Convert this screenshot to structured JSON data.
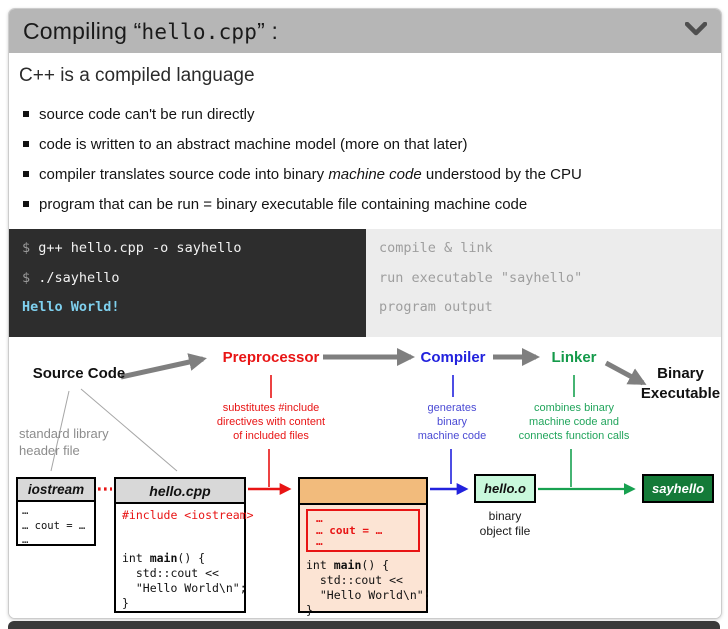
{
  "header": {
    "title_open": "Compiling “",
    "title_code": "hello.cpp",
    "title_close": "” :"
  },
  "intro": {
    "heading": "C++ is a compiled language",
    "bullets": [
      {
        "pre": "source code can't be run directly",
        "italic": "",
        "post": ""
      },
      {
        "pre": "code is written to an abstract machine model (more on that later)",
        "italic": "",
        "post": ""
      },
      {
        "pre": "compiler translates source code into binary ",
        "italic": "machine code",
        "post": " understood by the CPU"
      },
      {
        "pre": "program that can be run = binary executable file containing machine code",
        "italic": "",
        "post": ""
      }
    ]
  },
  "terminal": {
    "lines": [
      {
        "prompt": "$ ",
        "command": "g++ hello.cpp -o sayhello",
        "comment": "compile & link"
      },
      {
        "prompt": "$ ",
        "command": "./sayhello",
        "comment": "run executable \"sayhello\""
      }
    ],
    "output": "Hello World!",
    "output_comment": "program output"
  },
  "diagram": {
    "stages": {
      "source": "Source Code",
      "preprocessor": "Preprocessor",
      "compiler": "Compiler",
      "linker": "Linker",
      "binary_line1": "Binary",
      "binary_line2": "Executable"
    },
    "annotations": {
      "preprocessor": [
        "substitutes #include",
        "directives with content",
        "of included files"
      ],
      "compiler": [
        "generates",
        "binary",
        "machine code"
      ],
      "linker": [
        "combines binary",
        "machine code and",
        "connects function calls"
      ]
    },
    "notes": {
      "stdlib_line1": "standard library",
      "stdlib_line2": "header file",
      "object_line1": "binary",
      "object_line2": "object file"
    },
    "files": {
      "iostream": {
        "title": "iostream",
        "lines": [
          "…",
          "… cout = …",
          "…"
        ]
      },
      "hello_cpp": {
        "title": "hello.cpp",
        "include": "#include <iostream>",
        "main_pre": "int ",
        "main_kw": "main",
        "main_post": "() {",
        "body": [
          "  std::cout <<",
          "  \"Hello World\\n\";",
          "}"
        ]
      },
      "preprocessed": {
        "inserted": [
          "…",
          "… cout = …",
          "…"
        ],
        "main_pre": "int ",
        "main_kw": "main",
        "main_post": "() {",
        "body": [
          "  std::cout <<",
          "  \"Hello World\\n\";",
          "}"
        ]
      },
      "hello_o": {
        "title": "hello.o"
      },
      "sayhello": {
        "title": "sayhello"
      }
    }
  },
  "colors": {
    "header_bg": "#b6b6b6",
    "terminal_bg": "#2d2d2d",
    "terminal_comment_bg": "#ececec",
    "output_text": "#7fd0ee",
    "red": "#e81414",
    "blue": "#2222dd",
    "blue_annotation": "#4a4ad4",
    "green": "#18a150",
    "green_label": "#149a4a",
    "sayhello_bg": "#147a38",
    "hello_o_bg": "#c9f8dc",
    "preprocessed_header_bg": "#f2bb7c",
    "preprocessed_body_bg": "#fce4d4"
  }
}
